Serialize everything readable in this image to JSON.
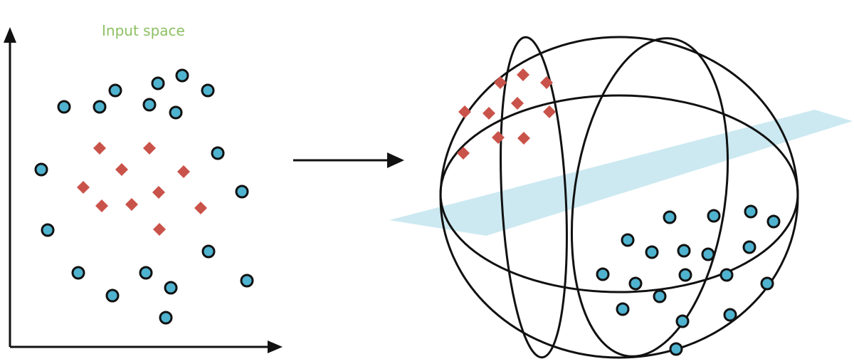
{
  "input_space": {
    "title": "Input space",
    "title_color": "#8dc063",
    "circles": [
      [
        90,
        150
      ],
      [
        140,
        150
      ],
      [
        162,
        127
      ],
      [
        210,
        147
      ],
      [
        222,
        117
      ],
      [
        256,
        106
      ],
      [
        247,
        158
      ],
      [
        292,
        127
      ],
      [
        58,
        238
      ],
      [
        306,
        215
      ],
      [
        340,
        269
      ],
      [
        67,
        323
      ],
      [
        293,
        353
      ],
      [
        110,
        383
      ],
      [
        205,
        383
      ],
      [
        158,
        415
      ],
      [
        240,
        404
      ],
      [
        347,
        394
      ],
      [
        233,
        446
      ]
    ],
    "diamonds": [
      [
        140,
        208
      ],
      [
        210,
        208
      ],
      [
        171,
        238
      ],
      [
        258,
        241
      ],
      [
        117,
        263
      ],
      [
        223,
        270
      ],
      [
        143,
        289
      ],
      [
        185,
        287
      ],
      [
        282,
        292
      ],
      [
        224,
        322
      ]
    ]
  },
  "feature_space": {
    "circles": [
      [
        941,
        305
      ],
      [
        1003,
        303
      ],
      [
        1055,
        297
      ],
      [
        1087,
        311
      ],
      [
        882,
        337
      ],
      [
        916,
        354
      ],
      [
        961,
        352
      ],
      [
        995,
        357
      ],
      [
        1053,
        347
      ],
      [
        847,
        385
      ],
      [
        893,
        398
      ],
      [
        963,
        386
      ],
      [
        1021,
        386
      ],
      [
        1078,
        398
      ],
      [
        927,
        416
      ],
      [
        875,
        434
      ],
      [
        959,
        451
      ],
      [
        1026,
        442
      ],
      [
        950,
        490
      ]
    ],
    "diamonds": [
      [
        703,
        116
      ],
      [
        735,
        105
      ],
      [
        768,
        116
      ],
      [
        653,
        157
      ],
      [
        687,
        159
      ],
      [
        727,
        145
      ],
      [
        772,
        157
      ],
      [
        700,
        193
      ],
      [
        736,
        194
      ],
      [
        651,
        215
      ]
    ]
  },
  "colors": {
    "circle_fill": "#4fb3cf",
    "diamond_fill": "#c9534a",
    "plane_fill": "#cce9f1",
    "stroke": "#111111"
  },
  "icons": {
    "axes": "axes-arrows",
    "mapping": "right-arrow-icon",
    "sphere": "wireframe-sphere"
  }
}
